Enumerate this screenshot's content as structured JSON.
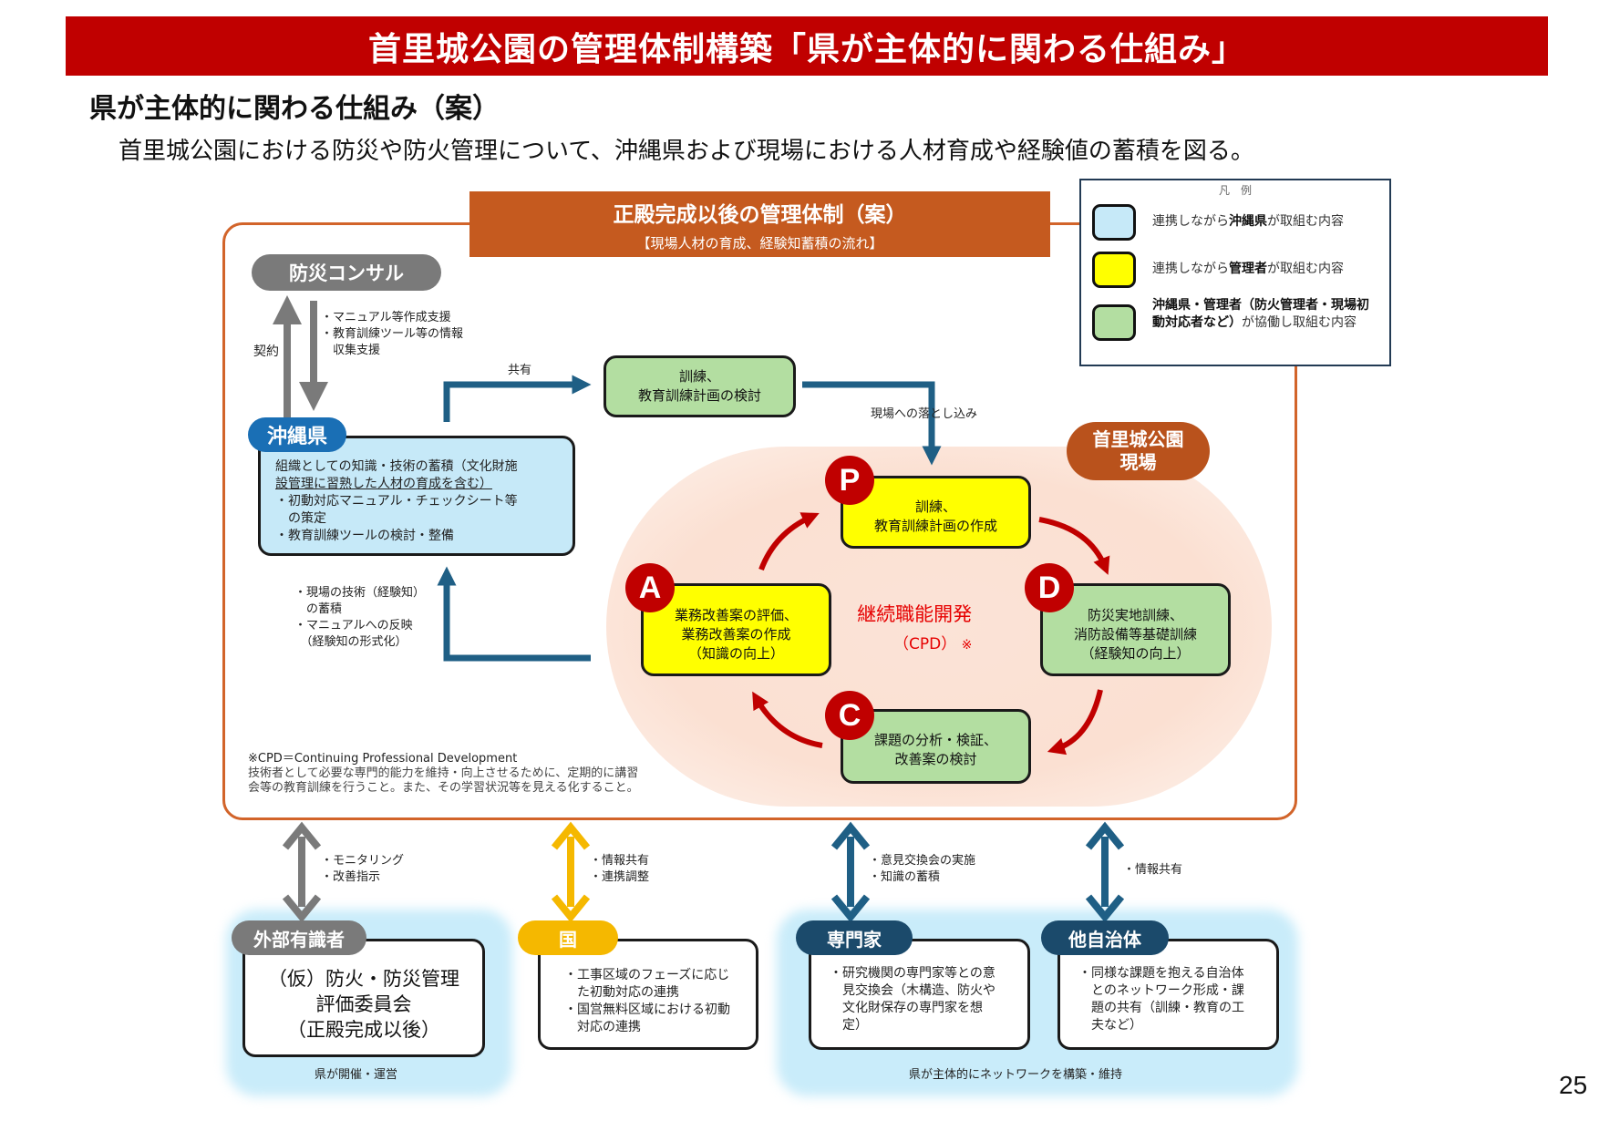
{
  "title": "首里城公園の管理体制構築「県が主体的に関わる仕組み」",
  "subtitle": "県が主体的に関わる仕組み（案）",
  "description": "首里城公園における防災や防火管理について、沖縄県および現場における人材育成や経験値の蓄積を図る。",
  "diagram": {
    "header": {
      "title": "正殿完成以後の管理体制（案）",
      "subtitle": "【現場人材の育成、経験知蓄積の流れ】"
    },
    "legend": {
      "title": "凡　例",
      "items": [
        {
          "color": "#c6e9f8",
          "prefix": "連携しながら",
          "bold": "沖縄県",
          "suffix": "が取組む内容"
        },
        {
          "color": "#ffff00",
          "prefix": "連携しながら",
          "bold": "管理者",
          "suffix": "が取組む内容"
        },
        {
          "color": "#b3dea1",
          "prefix": "",
          "bold": "沖縄県・管理者（防火管理者・現場初動対応者など）",
          "suffix": "が協働し取組む内容"
        }
      ]
    },
    "consultant": {
      "label": "防災コンサル",
      "contract_label": "契約",
      "support_notes": [
        "・マニュアル等作成支援",
        "・教育訓練ツール等の情報",
        "　収集支援"
      ]
    },
    "prefecture": {
      "label": "沖縄県",
      "lines": [
        "組織としての知識・技術の蓄積（文化財施",
        "設管理に習熟した人材の育成を含む）",
        "・初動対応マニュアル・チェックシート等",
        "　の策定",
        "・教育訓練ツールの検討・整備"
      ]
    },
    "share_label": "共有",
    "training_review": {
      "lines": [
        "訓練、",
        "教育訓練計画の検討"
      ]
    },
    "deploy_label": "現場への落とし込み",
    "feedback_notes": [
      "・現場の技術（経験知）",
      "　の蓄積",
      "・マニュアルへの反映",
      "　（経験知の形式化）"
    ],
    "site": {
      "lines": [
        "首里城公園",
        "現場"
      ]
    },
    "cpd": {
      "title": "継続職能開発",
      "sub": "（CPD）",
      "mark": "※"
    },
    "pdca": [
      {
        "letter": "P",
        "lines": [
          "訓練、",
          "教育訓練計画の作成"
        ],
        "color": "yellow"
      },
      {
        "letter": "D",
        "lines": [
          "防災実地訓練、",
          "消防設備等基礎訓練",
          "（経験知の向上）"
        ],
        "color": "green"
      },
      {
        "letter": "C",
        "lines": [
          "課題の分析・検証、",
          "改善案の検討"
        ],
        "color": "green"
      },
      {
        "letter": "A",
        "lines": [
          "業務改善案の評価、",
          "業務改善案の作成",
          "（知識の向上）"
        ],
        "color": "yellow"
      }
    ],
    "footnote": [
      "※CPD＝Continuing Professional Development",
      "技術者として必要な専門的能力を維持・向上させるために、定期的に講習",
      "会等の教育訓練を行うこと。また、その学習状況等を見える化すること。"
    ],
    "bottom": [
      {
        "label": "外部有識者",
        "arrow_notes": [
          "・モニタリング",
          "・改善指示"
        ],
        "lines": [
          "（仮）防火・防災管理",
          "評価委員会",
          "（正殿完成以後）"
        ]
      },
      {
        "label": "国",
        "arrow_notes": [
          "・情報共有",
          "・連携調整"
        ],
        "lines": [
          "・工事区域のフェーズに応じ",
          "　た初動対応の連携",
          "・国営無料区域における初動",
          "　対応の連携"
        ]
      },
      {
        "label": "専門家",
        "arrow_notes": [
          "・意見交換会の実施",
          "・知識の蓄積"
        ],
        "lines": [
          "・研究機関の専門家等との意",
          "　見交換会（木構造、防火や",
          "　文化財保存の専門家を想",
          "　定）"
        ]
      },
      {
        "label": "他自治体",
        "arrow_notes": [
          "・情報共有"
        ],
        "lines": [
          "・同様な課題を抱える自治体",
          "　とのネットワーク形成・課",
          "　題の共有（訓練・教育の工",
          "　夫など）"
        ]
      }
    ],
    "bottom_captions": [
      "県が開催・運営",
      "県が主体的にネットワークを構築・維持"
    ]
  },
  "page_number": "25",
  "colors": {
    "title_bg": "#c00000",
    "header_bg": "#c55a1f",
    "frame": "#d2642a",
    "flow_arrow": "#1f5f85",
    "pdca_red": "#c00000",
    "gray": "#7a7a7a",
    "amber": "#f5b800",
    "navy": "#1b4a6b"
  }
}
